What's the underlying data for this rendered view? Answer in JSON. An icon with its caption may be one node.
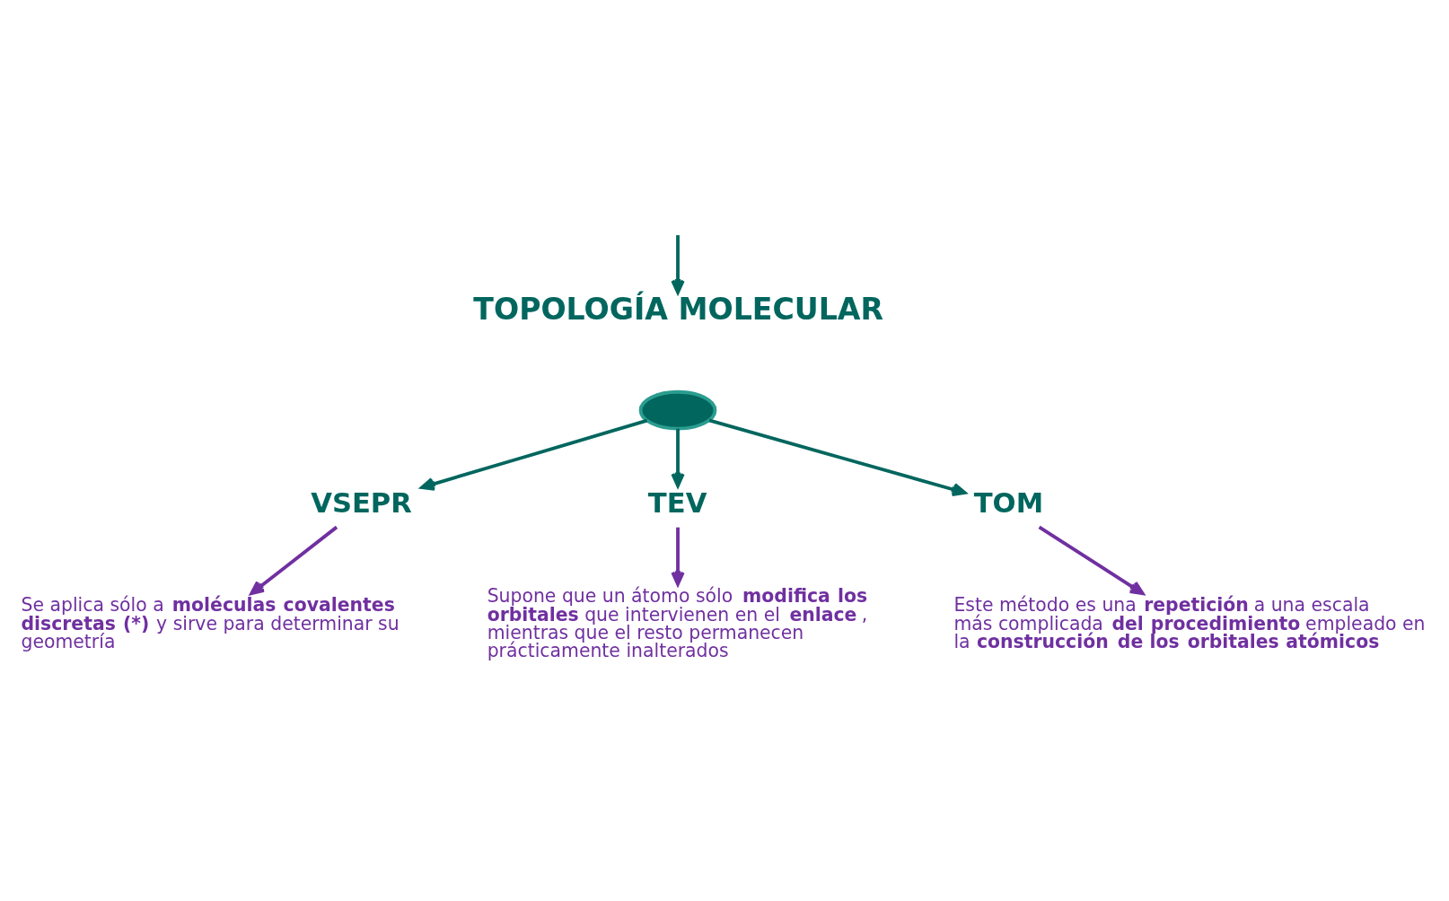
{
  "diagram": {
    "nodes": [
      {
        "text": [
          "TOPOLOGÍA MOLECULAR"
        ]
      },
      {
        "text": [],
        "shape": "ellipse"
      },
      {
        "text": [
          "VSEPR"
        ]
      },
      {
        "text": [
          "TEV"
        ]
      },
      {
        "text": [
          "TOM"
        ]
      },
      {
        "text": [
          "Se aplica sólo a **moléculas covalentes discretas (*)** y sirve para determinar su geometría"
        ]
      },
      {
        "text": [
          "Supone que un átomo sólo **modifica los orbitales** que intervienen en el **enlace**, mientras que el resto permanecen prácticamente inalterados"
        ]
      },
      {
        "text": [
          "Este método es una **repetición** a una escala más complicada **del procedimiento** empleado en la **construcción de los orbitales atómicos**"
        ]
      }
    ],
    "edges": [
      {
        "from": null,
        "to": 0,
        "arrow": "to"
      },
      {
        "from": 1,
        "to": 2,
        "arrow": "to"
      },
      {
        "from": 1,
        "to": 3,
        "arrow": "to"
      },
      {
        "from": 1,
        "to": 4,
        "arrow": "to"
      },
      {
        "from": 2,
        "to": 5,
        "arrow": "to",
        "color": "#7030a0"
      },
      {
        "from": 3,
        "to": 6,
        "arrow": "to",
        "color": "#7030a0"
      },
      {
        "from": 4,
        "to": 7,
        "arrow": "to",
        "color": "#7030a0"
      }
    ]
  }
}
